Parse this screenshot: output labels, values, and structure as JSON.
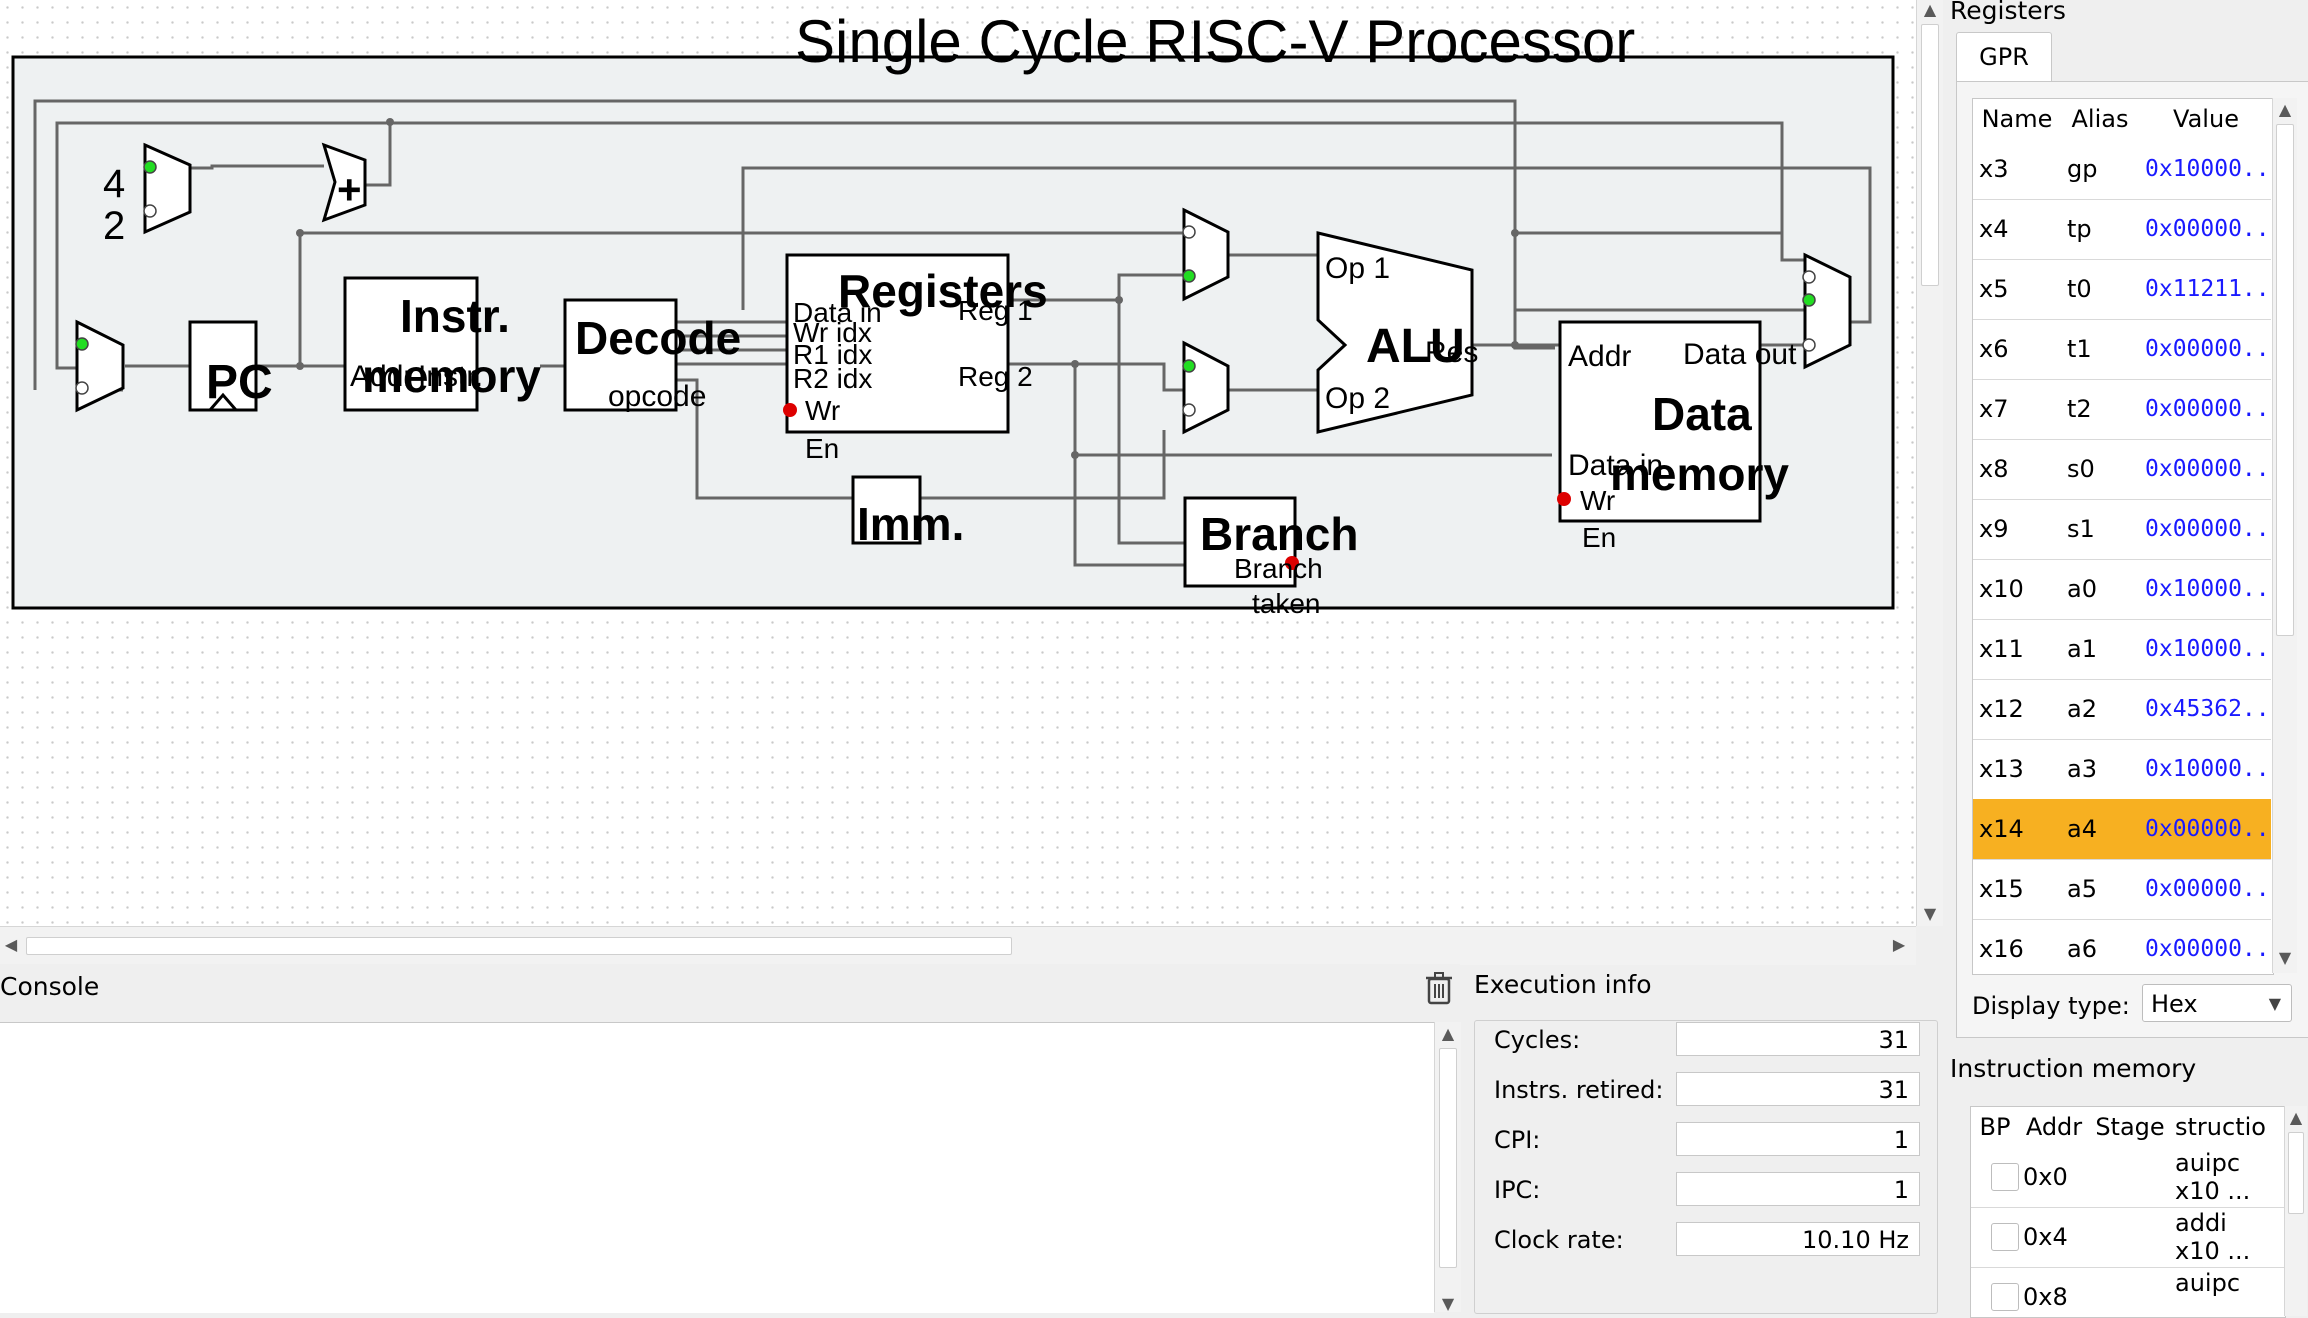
{
  "circuit": {
    "title": "Single Cycle RISC-V Processor",
    "const_4": "4",
    "const_2": "2",
    "adder_symbol": "+",
    "pc_label": "PC",
    "instr_memory": {
      "title_line1": "Instr.",
      "title_line2": "memory",
      "port_addr": "Addr",
      "port_instr": "Instr."
    },
    "decode": {
      "title": "Decode",
      "port_opcode": "opcode"
    },
    "registers": {
      "title": "Registers",
      "port_data_in": "Data in",
      "port_wr_idx": "Wr idx",
      "port_r1_idx": "R1 idx",
      "port_r2_idx": "R2 idx",
      "port_wr_en_1": "Wr",
      "port_wr_en_2": "En",
      "port_reg1": "Reg 1",
      "port_reg2": "Reg 2"
    },
    "imm_label": "Imm.",
    "alu": {
      "title": "ALU",
      "port_op1": "Op 1",
      "port_op2": "Op 2",
      "port_res": "Res"
    },
    "branch": {
      "title": "Branch",
      "port_taken_1": "Branch",
      "port_taken_2": "taken"
    },
    "data_memory": {
      "title_line1": "Data",
      "title_line2": "memory",
      "port_addr": "Addr",
      "port_data_out": "Data out",
      "port_data_in": "Data in",
      "port_wr_1": "Wr",
      "port_wr_2": "En"
    },
    "colors": {
      "wire": "#666666",
      "signal_high": "#22dd22",
      "signal_red": "#dd0000",
      "box_bg": "#eef1f2"
    }
  },
  "registers_panel": {
    "title": "Registers",
    "tab": "GPR",
    "columns": [
      "Name",
      "Alias",
      "Value"
    ],
    "rows": [
      {
        "name": "x3",
        "alias": "gp",
        "value": "0x10000..."
      },
      {
        "name": "x4",
        "alias": "tp",
        "value": "0x00000..."
      },
      {
        "name": "x5",
        "alias": "t0",
        "value": "0x11211..."
      },
      {
        "name": "x6",
        "alias": "t1",
        "value": "0x00000..."
      },
      {
        "name": "x7",
        "alias": "t2",
        "value": "0x00000..."
      },
      {
        "name": "x8",
        "alias": "s0",
        "value": "0x00000..."
      },
      {
        "name": "x9",
        "alias": "s1",
        "value": "0x00000..."
      },
      {
        "name": "x10",
        "alias": "a0",
        "value": "0x10000..."
      },
      {
        "name": "x11",
        "alias": "a1",
        "value": "0x10000..."
      },
      {
        "name": "x12",
        "alias": "a2",
        "value": "0x45362..."
      },
      {
        "name": "x13",
        "alias": "a3",
        "value": "0x10000..."
      },
      {
        "name": "x14",
        "alias": "a4",
        "value": "0x00000..."
      },
      {
        "name": "x15",
        "alias": "a5",
        "value": "0x00000..."
      },
      {
        "name": "x16",
        "alias": "a6",
        "value": "0x00000..."
      }
    ],
    "highlight_color": "#f7b021",
    "display_type_label": "Display type:",
    "display_type_value": "Hex"
  },
  "instruction_memory": {
    "title": "Instruction memory",
    "columns": [
      "BP",
      "Addr",
      "Stage",
      "structio"
    ],
    "rows": [
      {
        "addr": "0x0",
        "stage": "",
        "instr_1": "auipc",
        "instr_2": "x10 ..."
      },
      {
        "addr": "0x4",
        "stage": "",
        "instr_1": "addi",
        "instr_2": "x10 ..."
      },
      {
        "addr": "0x8",
        "stage": "",
        "instr_1": "auipc",
        "instr_2": ""
      }
    ]
  },
  "console": {
    "title": "Console"
  },
  "execution_info": {
    "title": "Execution info",
    "cycles_label": "Cycles:",
    "cycles": "31",
    "retired_label": "Instrs. retired:",
    "retired": "31",
    "cpi_label": "CPI:",
    "cpi": "1",
    "ipc_label": "IPC:",
    "ipc": "1",
    "clock_label": "Clock rate:",
    "clock": "10.10 Hz"
  }
}
